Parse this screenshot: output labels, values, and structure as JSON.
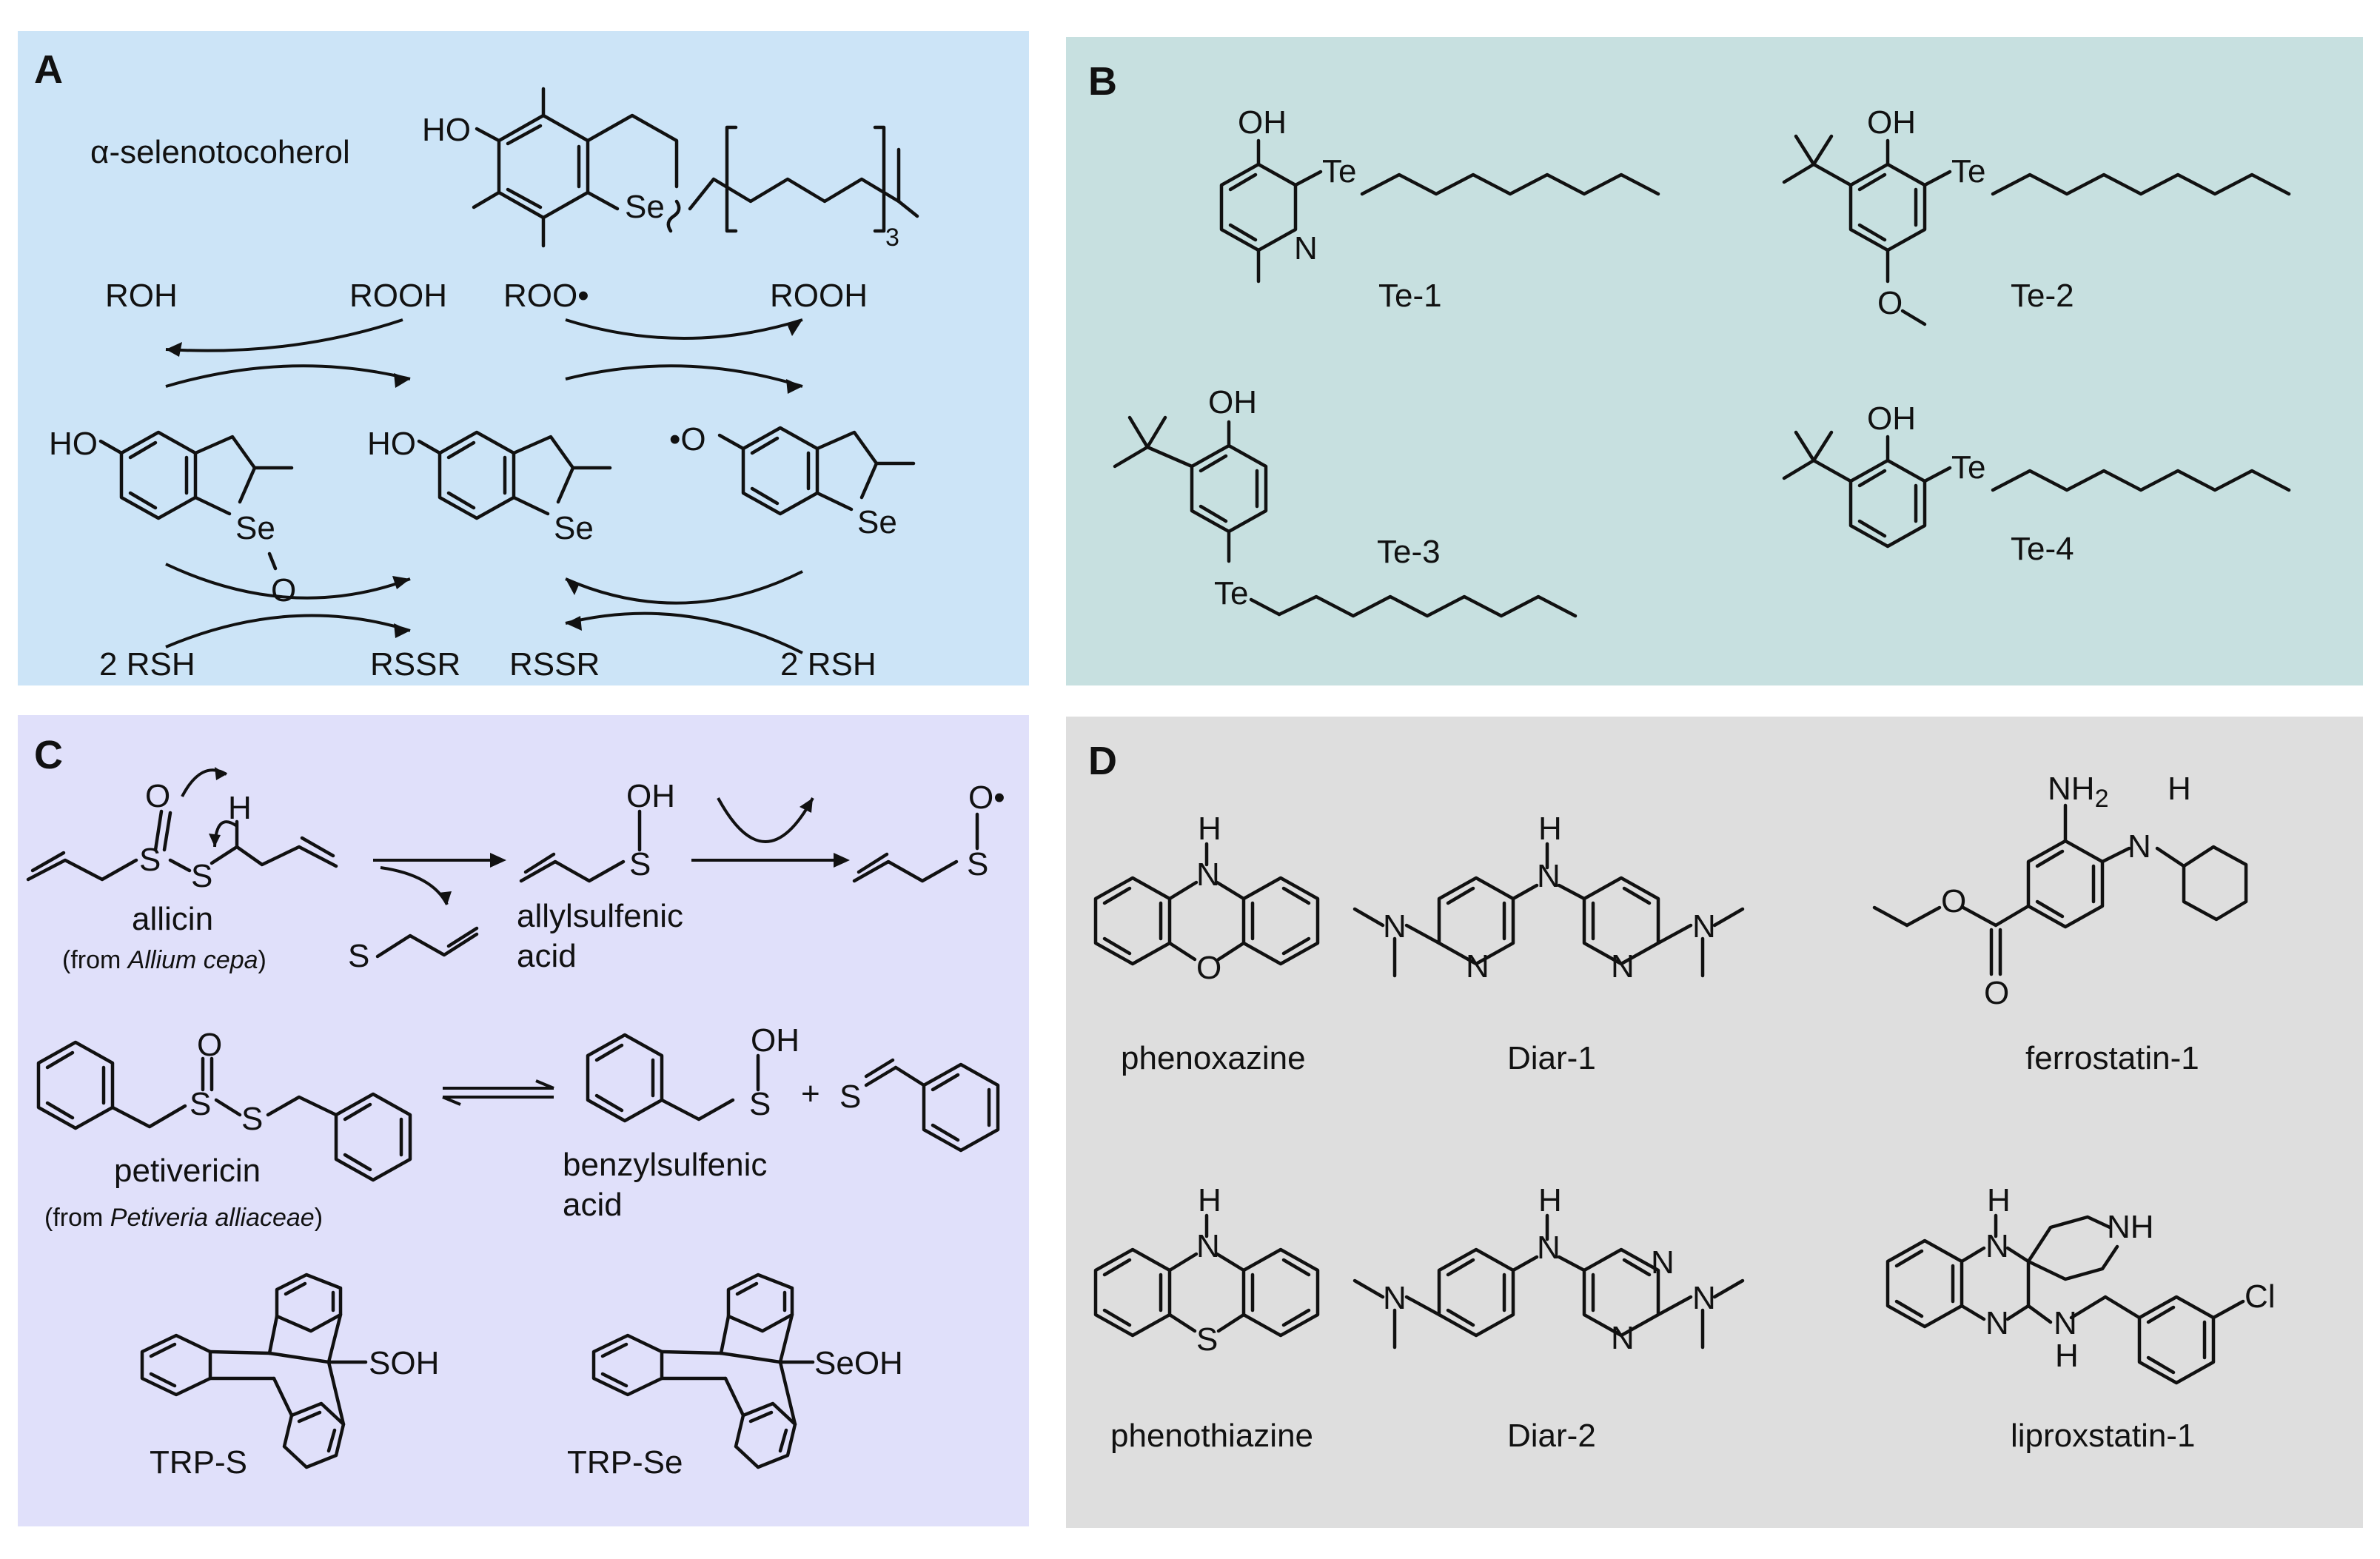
{
  "panels": {
    "A": {
      "letter": "A",
      "compound": "α-selenotocoherol",
      "labels": {
        "HO": "HO",
        "Se": "Se",
        "sub3": "3",
        "ROH": "ROH",
        "ROOH_1": "ROOH",
        "ROO": "ROO•",
        "ROOH_2": "ROOH",
        "HO_1": "HO",
        "HO_2": "HO",
        "O_rad": "•O",
        "Se_1": "Se",
        "O_1": "O",
        "Se_2": "Se",
        "Se_3": "Se",
        "RSH_1": "2 RSH",
        "RSSR_1": "RSSR",
        "RSSR_2": "RSSR",
        "RSH_2": "2 RSH"
      }
    },
    "B": {
      "letter": "B",
      "compounds": [
        {
          "name": "Te-1",
          "OH": "OH",
          "Te": "Te",
          "N": "N"
        },
        {
          "name": "Te-2",
          "OH": "OH",
          "Te": "Te",
          "O": "O"
        },
        {
          "name": "Te-3",
          "OH": "OH",
          "Te": "Te"
        },
        {
          "name": "Te-4",
          "OH": "OH",
          "Te": "Te"
        }
      ]
    },
    "C": {
      "letter": "C",
      "allicin": {
        "name": "allicin",
        "source_prefix": "(from ",
        "source_species": "Allium cepa",
        "source_suffix": ")",
        "O": "O",
        "S1": "S",
        "S2": "S",
        "H": "H"
      },
      "thioacrolein_S": "S",
      "allylsulfenic": {
        "line1": "allylsulfenic",
        "line2": "acid",
        "OH": "OH",
        "S": "S"
      },
      "radical": {
        "O": "O•",
        "S": "S"
      },
      "petivericin": {
        "name": "petivericin",
        "source_prefix": "(from ",
        "source_species": "Petiveria alliaceae",
        "source_suffix": ")",
        "O": "O",
        "S1": "S",
        "S2": "S"
      },
      "benzylsulfenic": {
        "line1": "benzylsulfenic",
        "line2": "acid",
        "OH": "OH",
        "S": "S"
      },
      "plus": "+",
      "thiobenzaldehyde_S": "S",
      "trp_s": {
        "name": "TRP-S",
        "group": "SOH"
      },
      "trp_se": {
        "name": "TRP-Se",
        "group": "SeOH"
      }
    },
    "D": {
      "letter": "D",
      "compounds": [
        {
          "name": "phenoxazine",
          "H": "H",
          "N": "N",
          "X": "O"
        },
        {
          "name": "Diar-1",
          "H": "H",
          "N": "N"
        },
        {
          "name": "ferrostatin-1",
          "NH2": "NH",
          "sub2": "2",
          "H": "H",
          "N": "N",
          "O": "O"
        },
        {
          "name": "phenothiazine",
          "H": "H",
          "N": "N",
          "X": "S"
        },
        {
          "name": "Diar-2",
          "H": "H",
          "N": "N"
        },
        {
          "name": "liproxstatin-1",
          "H": "H",
          "N": "N",
          "NH": "NH",
          "Cl": "Cl"
        }
      ]
    }
  }
}
